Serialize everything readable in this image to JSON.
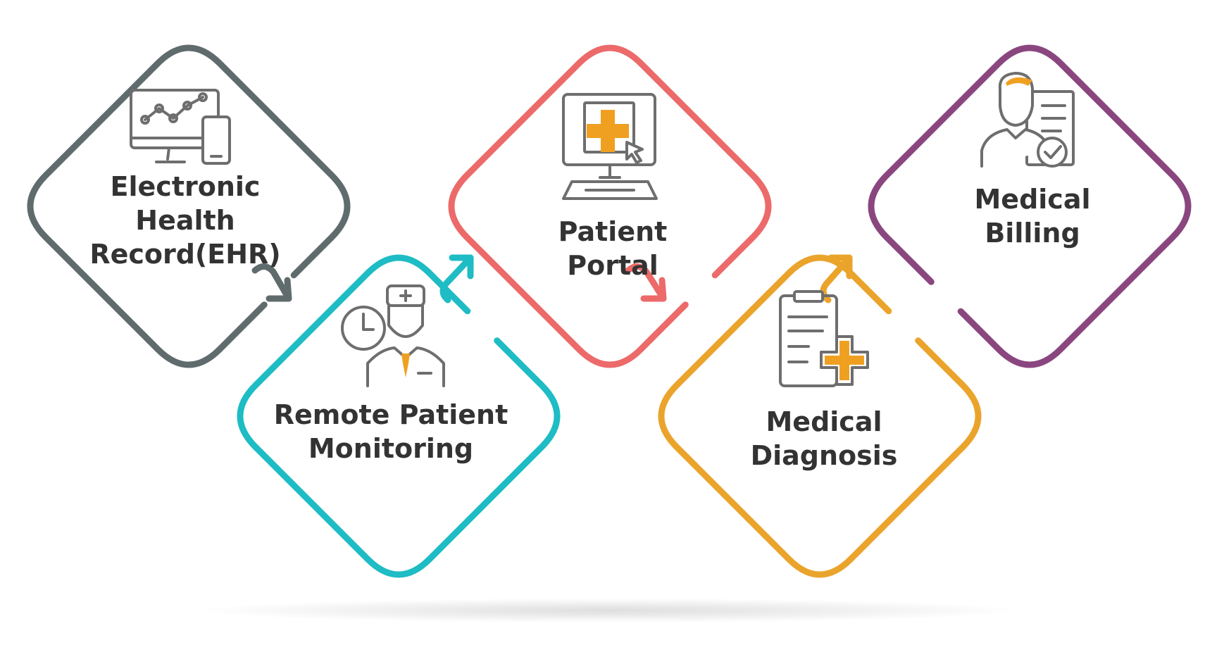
{
  "palette": {
    "ehr": "#5f6b6d",
    "monitoring": "#1ebcc4",
    "portal": "#ec6a6a",
    "diagnosis": "#eaa42c",
    "billing": "#8a467f",
    "icon_stroke": "#6e6e6e",
    "icon_accent": "#f0a020",
    "text": "#333333"
  },
  "steps": [
    {
      "id": "ehr",
      "icon": "computer-phone-chart-icon",
      "lines": [
        "Electronic",
        "Health",
        "Record(EHR)"
      ]
    },
    {
      "id": "monitoring",
      "icon": "doctor-clock-icon",
      "lines": [
        "Remote Patient",
        "Monitoring"
      ]
    },
    {
      "id": "portal",
      "icon": "computer-medical-cross-icon",
      "lines": [
        "Patient",
        "Portal"
      ]
    },
    {
      "id": "diagnosis",
      "icon": "clipboard-medical-cross-icon",
      "lines": [
        "Medical",
        "Diagnosis"
      ]
    },
    {
      "id": "billing",
      "icon": "person-document-check-icon",
      "lines": [
        "Medical",
        "Billing"
      ]
    }
  ]
}
